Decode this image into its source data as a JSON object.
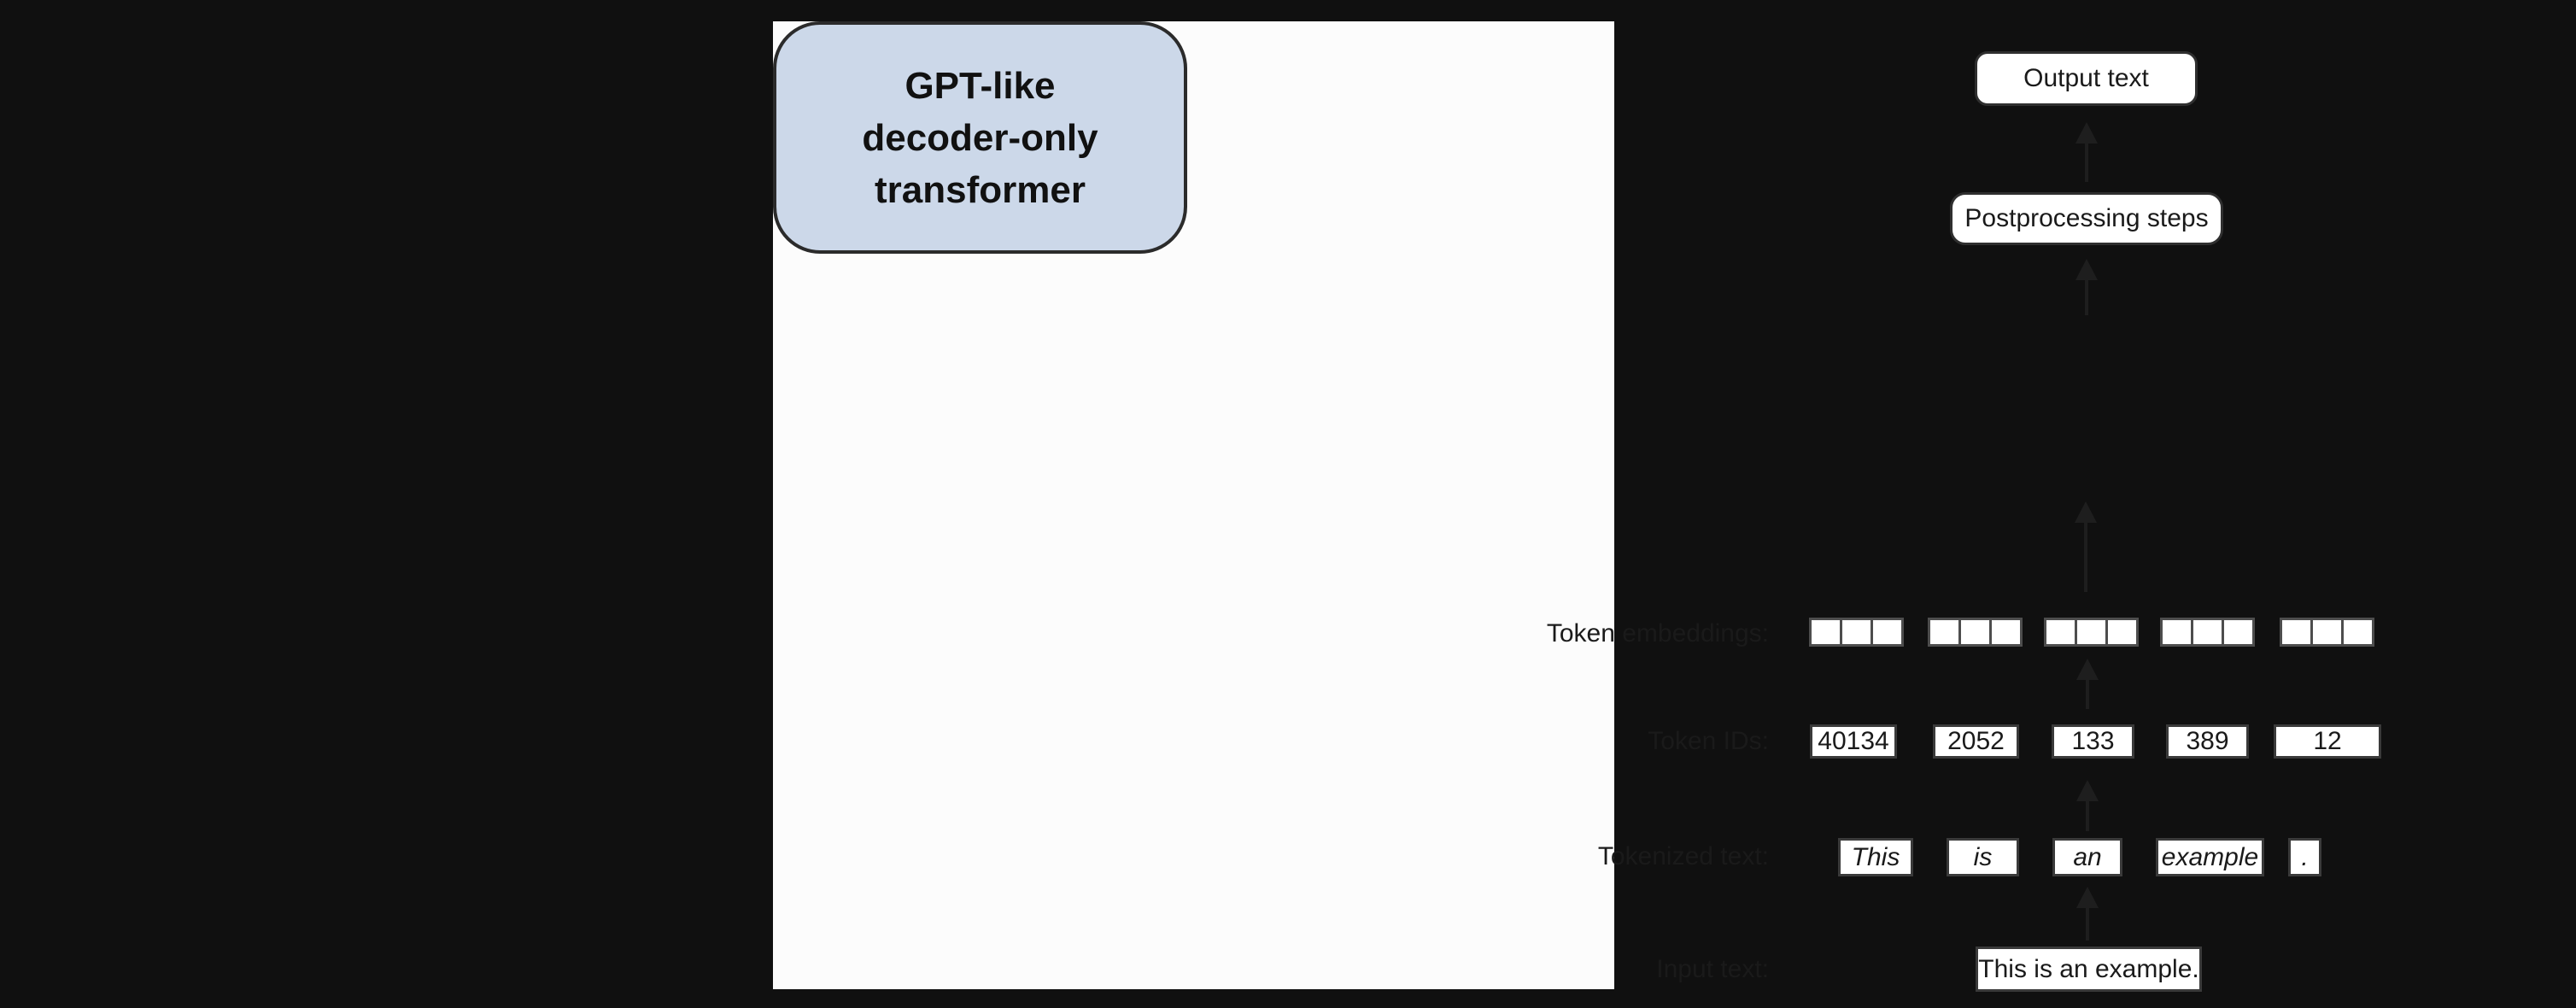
{
  "diagram": {
    "output_box": {
      "label": "Output text"
    },
    "postprocessing_box": {
      "label": "Postprocessing steps"
    },
    "transformer_box": {
      "lines": [
        "GPT-like",
        "decoder-only",
        "transformer"
      ]
    },
    "rows": {
      "token_embeddings": {
        "label": "Token embeddings:",
        "groups": 5,
        "cells_per_group": 3
      },
      "token_ids": {
        "label": "Token IDs:",
        "values": [
          "40134",
          "2052",
          "133",
          "389",
          "12"
        ]
      },
      "tokenized_text": {
        "label": "Tokenized text:",
        "tokens": [
          "This",
          "is",
          "an",
          "example",
          "."
        ]
      },
      "input_text": {
        "label": "Input text:",
        "value": "This is an example."
      }
    }
  },
  "colors": {
    "background": "#101010",
    "panel": "#fcfcfc",
    "transformer_fill": "#ccd8e9",
    "line_color": "#1e1e1e"
  }
}
